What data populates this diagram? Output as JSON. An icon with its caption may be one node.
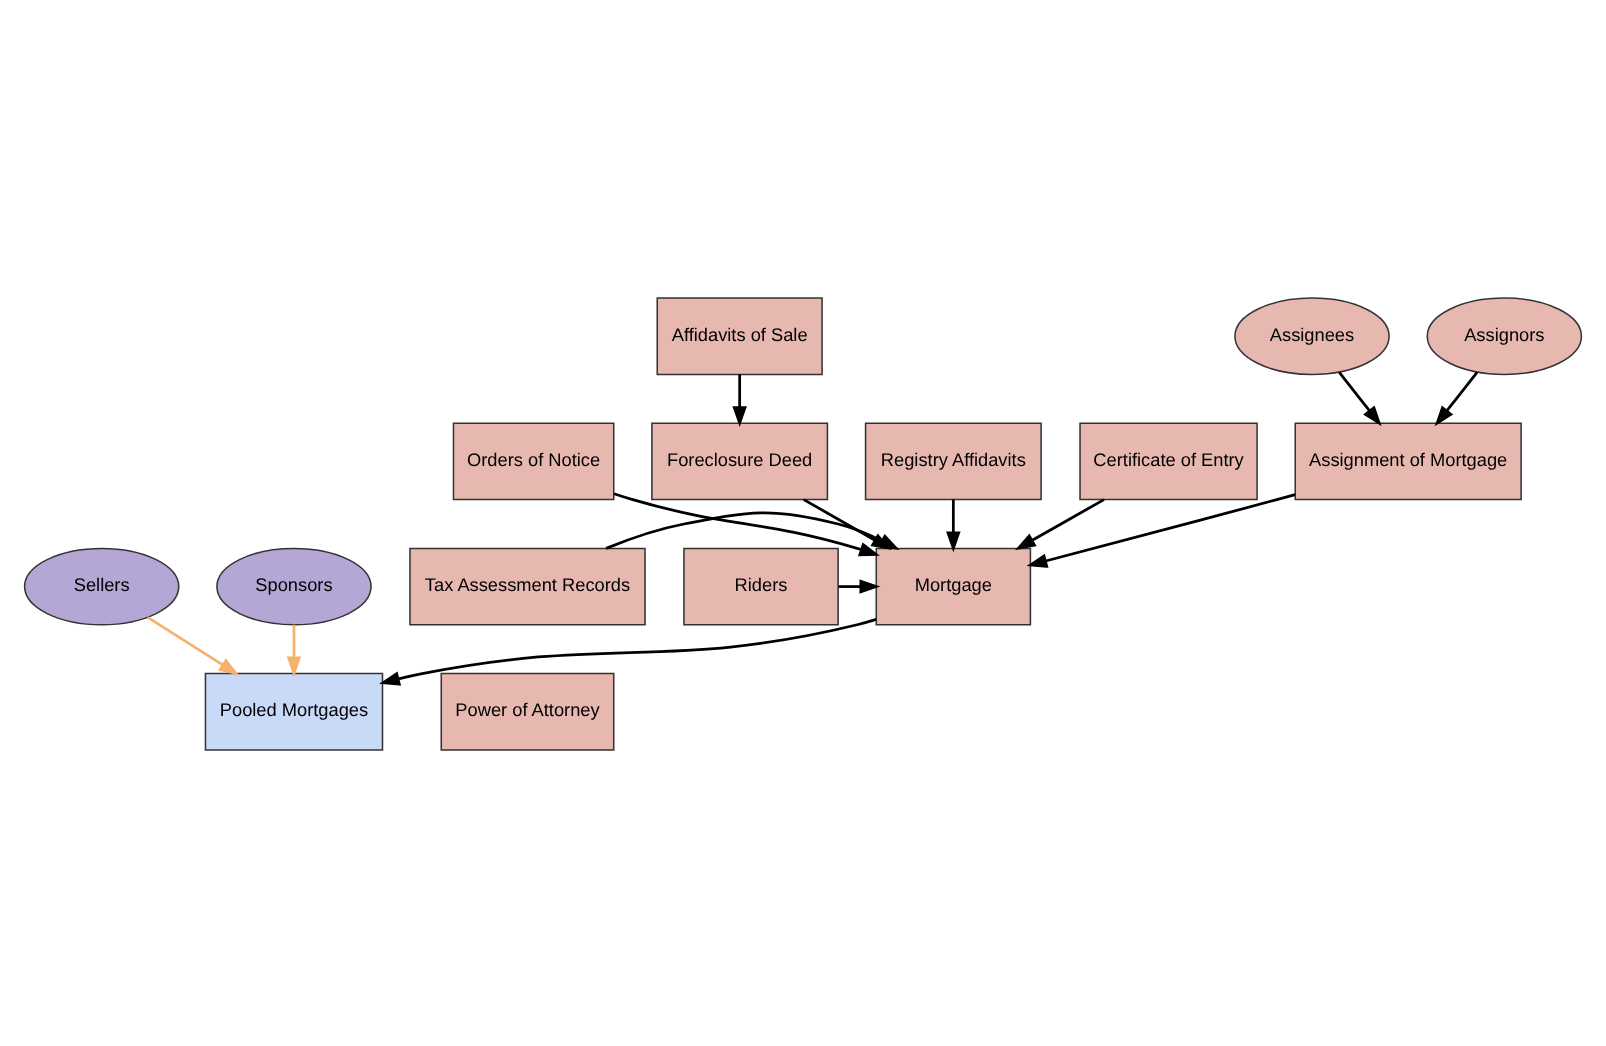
{
  "diagram": {
    "nodes": [
      {
        "text": [
          "Affidavits of Sale"
        ]
      },
      {
        "text": [
          "Orders of Notice"
        ]
      },
      {
        "text": [
          "Foreclosure Deed"
        ]
      },
      {
        "text": [
          "Registry Affidavits"
        ]
      },
      {
        "text": [
          "Certificate of Entry"
        ]
      },
      {
        "text": [
          "Assignment of Mortgage"
        ]
      },
      {
        "text": [
          "Assignors"
        ]
      },
      {
        "text": [
          "Assignees"
        ]
      },
      {
        "text": [
          "Tax Assessment Records"
        ]
      },
      {
        "text": [
          "Mortgage"
        ]
      },
      {
        "text": [
          "Riders"
        ]
      },
      {
        "text": [
          "Power of Attorney"
        ]
      },
      {
        "text": [
          "Pooled Mortgages"
        ]
      },
      {
        "text": [
          "Sponsors"
        ]
      },
      {
        "text": [
          "Sellers"
        ]
      }
    ],
    "edges": [
      {
        "from": 0,
        "to": 2,
        "arrow": "to"
      },
      {
        "from": 1,
        "to": 9,
        "arrow": "to"
      },
      {
        "from": 2,
        "to": 9,
        "arrow": "to"
      },
      {
        "from": 3,
        "to": 9,
        "arrow": "to"
      },
      {
        "from": 4,
        "to": 9,
        "arrow": "to"
      },
      {
        "from": 5,
        "to": 9,
        "arrow": "to"
      },
      {
        "from": 6,
        "to": 5,
        "arrow": "to"
      },
      {
        "from": 7,
        "to": 5,
        "arrow": "to"
      },
      {
        "from": 8,
        "to": 9,
        "arrow": "to"
      },
      {
        "from": 10,
        "to": 9,
        "arrow": "to"
      },
      {
        "from": 9,
        "to": 12,
        "arrow": "to"
      },
      {
        "from": 13,
        "to": 12,
        "arrow": "to",
        "color": "#f6b26b"
      },
      {
        "from": 14,
        "to": 12,
        "arrow": "to",
        "color": "#f6b26b"
      }
    ]
  }
}
